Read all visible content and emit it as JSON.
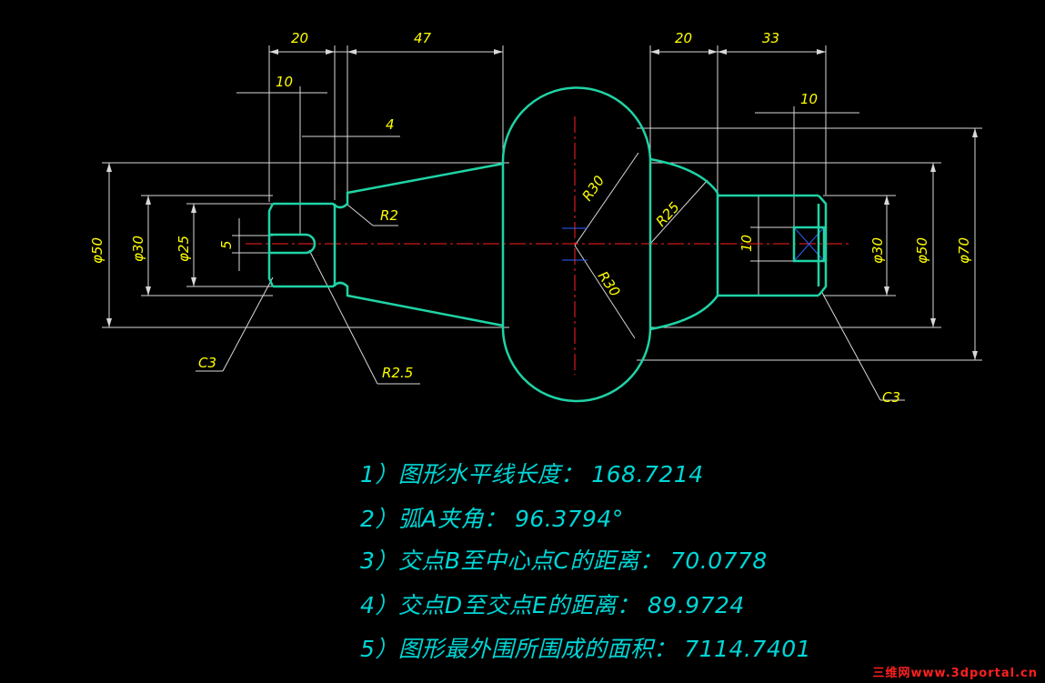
{
  "dimensions": {
    "top_20_left": "20",
    "top_47": "47",
    "top_10_left": "10",
    "top_4": "4",
    "top_20_right": "20",
    "top_33": "33",
    "top_10_right": "10",
    "dia_50_left": "φ50",
    "dia_30_left": "φ30",
    "dia_25": "φ25",
    "slot_5": "5",
    "r2": "R2",
    "r30_upper": "R30",
    "r30_lower": "R30",
    "r25": "R25",
    "r2_5": "R2.5",
    "c3_left": "C3",
    "c3_right": "C3",
    "v10_right": "10",
    "dia_30_right": "φ30",
    "dia_50_right": "φ50",
    "dia_70": "φ70"
  },
  "questions": [
    "1）图形水平线长度：  168.7214",
    "2）弧A夹角：  96.3794°",
    "3）交点B至中心点C的距离：  70.0778",
    "4）交点D至交点E的距离：  89.9724",
    "5）图形最外围所围成的面积：  7114.7401"
  ],
  "watermark": "三维网www.3dportal.cn",
  "colors": {
    "outline": "#1fd3a6",
    "dimension": "#ffffff",
    "dimension_text": "#ffff00",
    "centerline": "#ff2020",
    "text": "#00d6d6"
  }
}
